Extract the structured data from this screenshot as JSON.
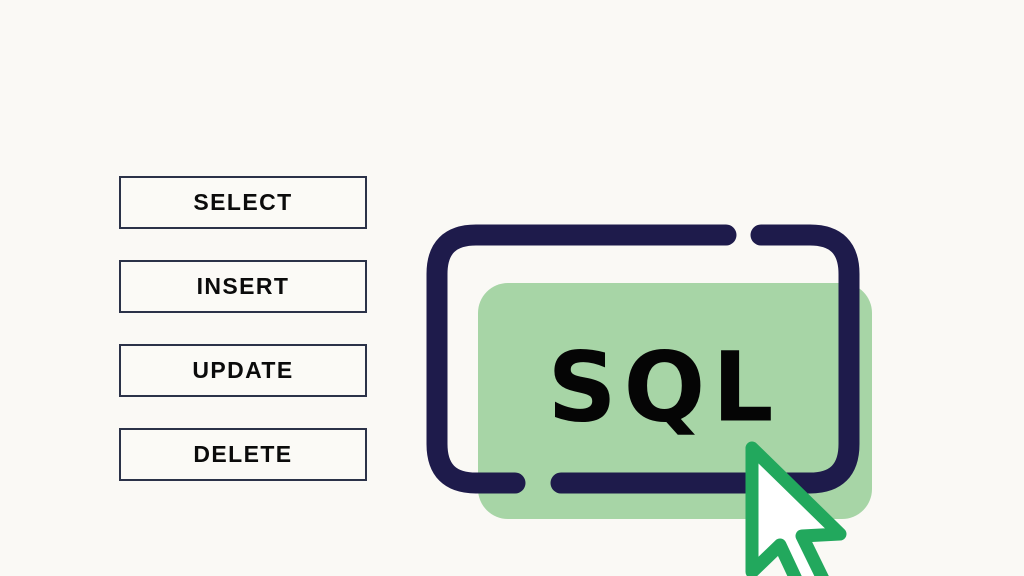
{
  "page": {
    "background_color": "#faf9f5",
    "title": "SQL commands illustration"
  },
  "commands_panel": {
    "name": "sql-commands-list",
    "buttons": [
      {
        "label": "SELECT",
        "name": "select-button"
      },
      {
        "label": "INSERT",
        "name": "insert-button"
      },
      {
        "label": "UPDATE",
        "name": "update-button"
      },
      {
        "label": "DELETE",
        "name": "delete-button"
      }
    ],
    "border_color": "#2b3248",
    "fill_color": "#fbfaf6",
    "text_color": "#0b0b0b"
  },
  "logo": {
    "name": "sql-logo",
    "word": "SQL",
    "frame_color": "#1e1b4b",
    "panel_color": "#a7d5a6",
    "word_color": "#050505",
    "cursor": {
      "name": "cursor-arrow-icon",
      "outline_color": "#22a85d",
      "fill_color": "#ffffff"
    }
  }
}
